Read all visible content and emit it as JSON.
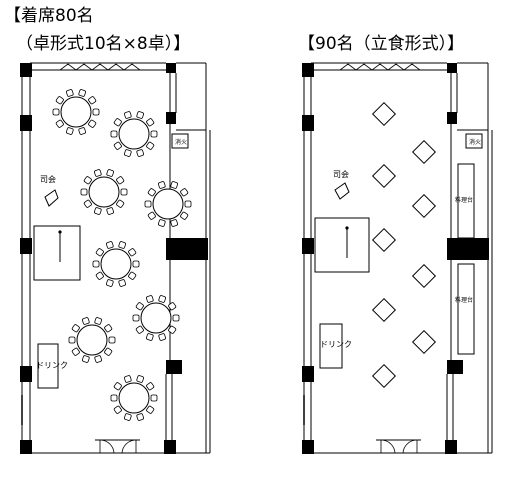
{
  "left_plan": {
    "title_line1": "【着席80名",
    "title_line2": "（卓形式10名×8卓）】",
    "host_label": "司会",
    "drink_label": "ドリンク",
    "extinguisher_label": "消火"
  },
  "right_plan": {
    "title": "【90名（立食形式）】",
    "host_label": "司会",
    "drink_label": "ドリンク",
    "extinguisher_label": "消火",
    "food_table_label_1": "料理台",
    "food_table_label_2": "料理台"
  }
}
